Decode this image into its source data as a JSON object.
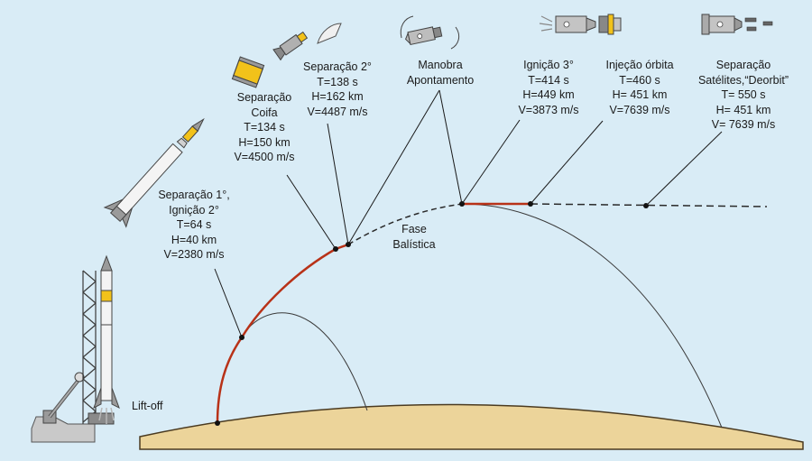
{
  "labels": {
    "lift_off": [
      "Lift-off"
    ],
    "sep1": [
      "Separação 1°,",
      "Ignição 2°",
      "T=64 s",
      "H=40 km",
      "V=2380 m/s"
    ],
    "coifa": [
      "Separação",
      "Coifa",
      "T=134 s",
      "H=150 km",
      "V=4500 m/s"
    ],
    "sep2": [
      "Separação 2°",
      "T=138 s",
      "H=162 km",
      "V=4487 m/s"
    ],
    "manobra": [
      "Manobra",
      "Apontamento"
    ],
    "fase": [
      "Fase",
      "Balística"
    ],
    "ign3": [
      "Ignição 3°",
      "T=414 s",
      "H=449 km",
      "V=3873 m/s"
    ],
    "injecao": [
      "Injeção órbita",
      "T=460 s",
      "H= 451 km",
      "V=7639 m/s"
    ],
    "satelites": [
      "Separação",
      "Satélites,“Deorbit”",
      "T= 550 s",
      "H= 451 km",
      "V= 7639 m/s"
    ]
  },
  "colors": {
    "background": "#d9ecf6",
    "ground_fill": "#ecd49a",
    "ground_stroke": "#4a3a20",
    "powered_path": "#b83218",
    "ballistic_path": "#2a2a2a",
    "rocket_grey": "#8a8a8a",
    "rocket_white": "#f4f4f4",
    "accent_yellow": "#f2c21a"
  }
}
